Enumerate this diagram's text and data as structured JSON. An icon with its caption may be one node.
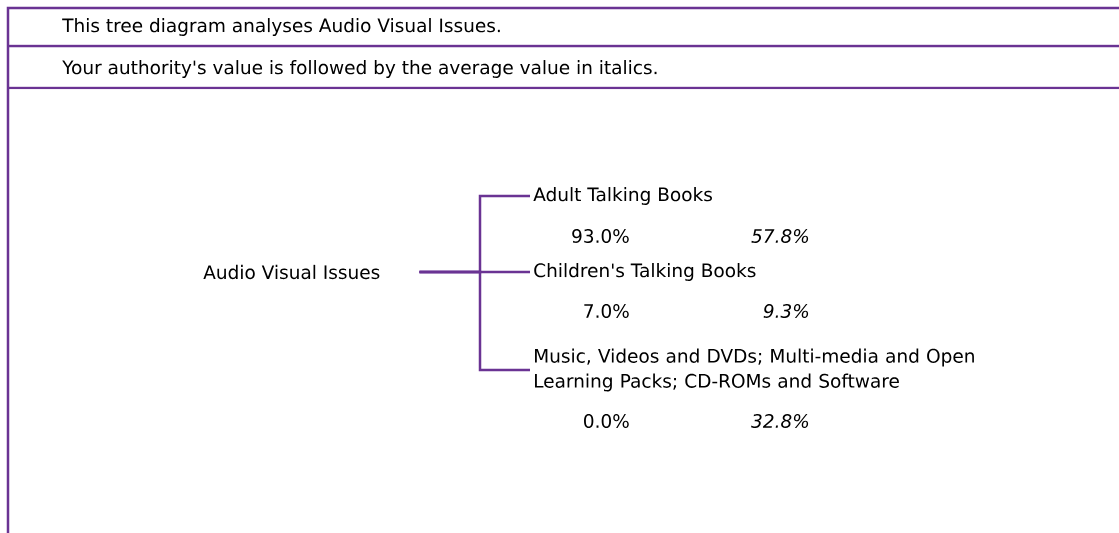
{
  "diagram": {
    "nodes": [
      {
        "text": [
          "Audio Visual Issues"
        ]
      },
      {
        "text": [
          "Adult Talking Books"
        ]
      },
      {
        "text": [
          "Children's Talking Books"
        ]
      },
      {
        "text": [
          "Music, Videos and DVDs; Multi-media and Open Learning Packs; CD-ROMs and Software"
        ]
      }
    ],
    "edges": [
      {
        "from": 0,
        "to": 1,
        "arrow": "none"
      },
      {
        "from": 0,
        "to": 2,
        "arrow": "none"
      },
      {
        "from": 0,
        "to": 3,
        "arrow": "none"
      }
    ],
    "labels": [
      "This tree diagram analyses Audio Visual Issues.",
      "Your authority's value is followed by the average value in italics.",
      "93.0%",
      "57.8%",
      "7.0%",
      "9.3%",
      "0.0%",
      "32.8%"
    ]
  }
}
